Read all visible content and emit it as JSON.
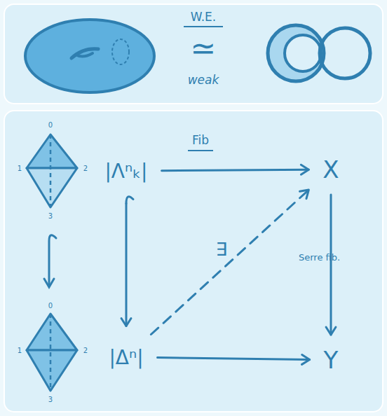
{
  "diagram": {
    "nodes": [
      {
        "text": [
          "|Λⁿₖ|"
        ]
      },
      {
        "text": [
          "X"
        ]
      },
      {
        "text": [
          "|Δⁿ|"
        ]
      },
      {
        "text": [
          "Y"
        ]
      }
    ],
    "edges": [
      {
        "from": 0,
        "to": 1,
        "arrow": "to"
      },
      {
        "from": 0,
        "to": 2,
        "arrow": "to"
      },
      {
        "from": 1,
        "to": 3,
        "label": "Serre fib.",
        "arrow": "to"
      },
      {
        "from": 2,
        "to": 1,
        "label": "∃",
        "arrow": "to"
      },
      {
        "from": 2,
        "to": 3,
        "arrow": "to"
      }
    ],
    "labels": [
      "W.E.",
      "≃",
      "weak",
      "Fib",
      "0",
      "1",
      "2",
      "3",
      "0",
      "1",
      "2",
      "3"
    ]
  }
}
